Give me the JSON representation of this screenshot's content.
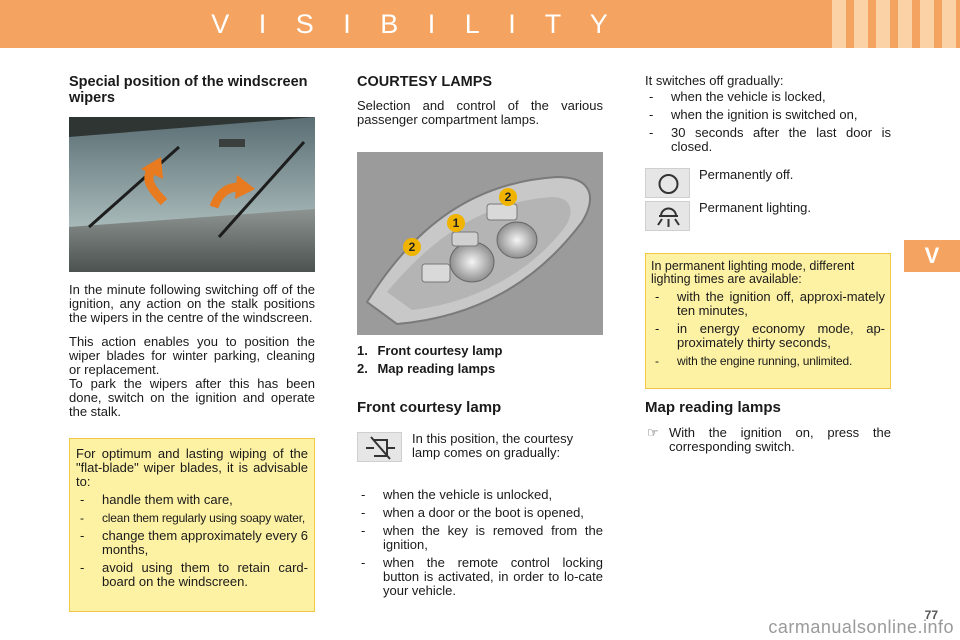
{
  "header": {
    "title": "V I S I B I L I T Y"
  },
  "tab": {
    "label": "V"
  },
  "wipers": {
    "heading": "Special position of the windscreen wipers",
    "para1": "In the minute following switching off of the ignition, any action on the stalk positions the wipers in the centre of the windscreen.",
    "para2": "This action enables you to position the wiper blades for winter parking, cleaning or replacement.",
    "para3": "To park the wipers after this has been done, switch on the ignition and operate the stalk.",
    "tip_intro": "For optimum and lasting wiping of the \"flat-blade\" wiper blades, it is advisable to:",
    "tips": [
      "handle them with care,",
      "clean them regularly using soapy water,",
      "change them approximately every 6 months,",
      "avoid using them to retain card-board on the windscreen."
    ]
  },
  "courtesy": {
    "heading": "COURTESY LAMPS",
    "intro": "Selection and control of the various passenger compartment lamps.",
    "image_labels": [
      "1",
      "2",
      "2"
    ],
    "list": [
      {
        "num": "1.",
        "label": "Front courtesy lamp"
      },
      {
        "num": "2.",
        "label": "Map reading lamps"
      }
    ],
    "front_heading": "Front courtesy lamp",
    "front_text": "In this position, the courtesy lamp comes on gradually:",
    "front_items": [
      "when the vehicle is unlocked,",
      "when a door or the boot is opened,",
      "when the key is removed from the ignition,",
      "when the remote control locking button is activated, in order to lo-cate your vehicle."
    ]
  },
  "right": {
    "off_intro": "It switches off gradually:",
    "off_items": [
      "when the vehicle is locked,",
      "when the ignition is switched on,",
      "30 seconds after the last door is closed."
    ],
    "perm_off": "Permanently off.",
    "perm_on": "Permanent lighting.",
    "box_intro": "In permanent lighting mode, different lighting times are available:",
    "box_items": [
      "with the ignition off, approxi-mately ten minutes,",
      "in energy economy mode, ap-proximately thirty seconds,",
      "with the engine running, unlimited."
    ],
    "map_heading": "Map reading lamps",
    "map_bullet": "☞",
    "map_text": "With the ignition on, press the corresponding switch."
  },
  "page_number": "77",
  "watermark": "carmanualsonline.info",
  "colors": {
    "accent": "#f4a460",
    "note_bg": "#fdf1a4",
    "note_border": "#f2c74a"
  }
}
